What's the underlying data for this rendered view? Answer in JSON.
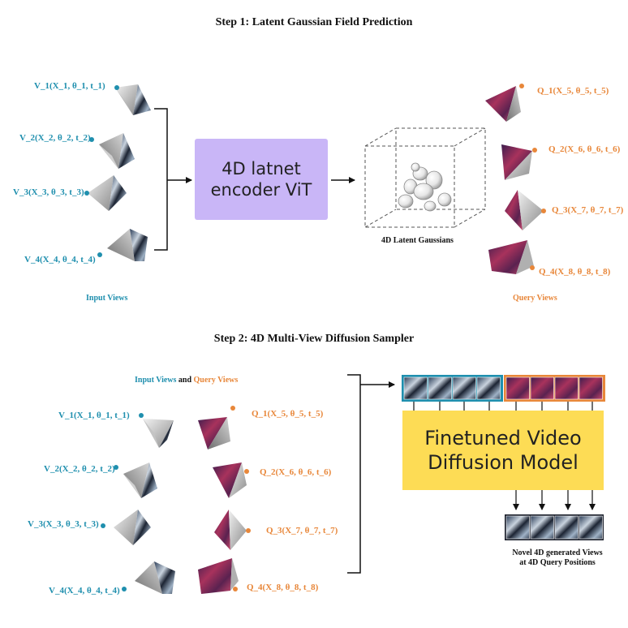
{
  "step1": {
    "title": "Step 1: Latent Gaussian Field Prediction",
    "input_views": [
      "V_1(X_1, θ_1, t_1)",
      "V_2(X_2, θ_2, t_2)",
      "V_3(X_3, θ_3, t_3)",
      "V_4(X_4, θ_4, t_4)"
    ],
    "query_views": [
      "Q_1(X_5, θ_5, t_5)",
      "Q_2(X_6, θ_6, t_6)",
      "Q_3(X_7, θ_7, t_7)",
      "Q_4(X_8, θ_8, t_8)"
    ],
    "input_caption": "Input Views",
    "query_caption": "Query Views",
    "encoder_line1": "4D latnet",
    "encoder_line2": "encoder ViT",
    "gaussians_caption": "4D Latent Gaussians"
  },
  "step2": {
    "title": "Step 2: 4D Multi-View Diffusion Sampler",
    "legend_input": "Input Views",
    "legend_and": " and ",
    "legend_query": "Query Views",
    "input_views": [
      "V_1(X_1, θ_1, t_1)",
      "V_2(X_2, θ_2, t_2)",
      "V_3(X_3, θ_3, t_3)",
      "V_4(X_4, θ_4, t_4)"
    ],
    "query_views": [
      "Q_1(X_5, θ_5, t_5)",
      "Q_2(X_6, θ_6, t_6)",
      "Q_3(X_7, θ_7, t_7)",
      "Q_4(X_8, θ_8, t_8)"
    ],
    "model_line1": "Finetuned Video",
    "model_line2": "Diffusion Model",
    "output_caption_line1": "Novel 4D generated Views",
    "output_caption_line2": "at 4D Query Positions"
  },
  "colors": {
    "input_blue": "#1f8fae",
    "query_orange": "#e8873a",
    "encoder_purple": "#c9b6f7",
    "model_yellow": "#fddc55",
    "query_texture": "#6a2b63"
  }
}
